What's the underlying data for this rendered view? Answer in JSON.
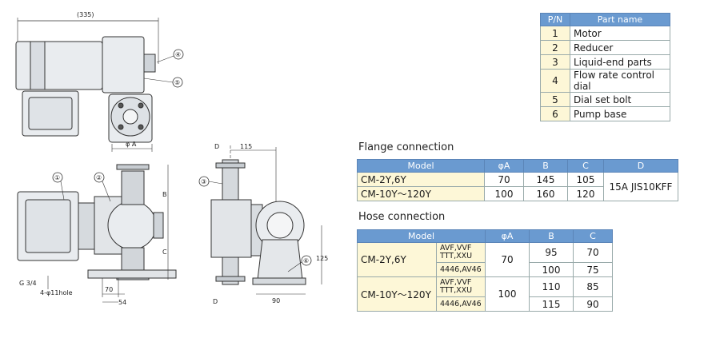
{
  "drawing": {
    "top_dim": "(335)",
    "dim_phiA": "φ A",
    "dim_B": "B",
    "dim_C": "C",
    "dim_115": "115",
    "dim_D_top": "D",
    "dim_D_bottom": "D",
    "dim_125": "125",
    "dim_90": "90",
    "dim_70": "70",
    "dim_54": "54",
    "g34": "G 3/4",
    "hole": "4-φ11hole",
    "callouts": [
      "①",
      "②",
      "③",
      "④",
      "⑤",
      "⑥"
    ]
  },
  "parts": {
    "header_pn": "P/N",
    "header_name": "Part name",
    "rows": [
      {
        "n": "1",
        "name": "Motor"
      },
      {
        "n": "2",
        "name": "Reducer"
      },
      {
        "n": "3",
        "name": "Liquid-end parts"
      },
      {
        "n": "4",
        "name": "Flow rate control dial"
      },
      {
        "n": "5",
        "name": "Dial set bolt"
      },
      {
        "n": "6",
        "name": "Pump base"
      }
    ]
  },
  "flange": {
    "title": "Flange connection",
    "headers": [
      "Model",
      "φA",
      "B",
      "C",
      "D"
    ],
    "rows": [
      {
        "model": "CM-2Y,6Y",
        "a": "70",
        "b": "145",
        "c": "105"
      },
      {
        "model": "CM-10Y～120Y",
        "a": "100",
        "b": "160",
        "c": "120"
      }
    ],
    "d_value": "15A JIS10KFF"
  },
  "hose": {
    "title": "Hose connection",
    "headers": [
      "Model",
      "φA",
      "B",
      "C"
    ],
    "groups": [
      {
        "model": "CM-2Y,6Y",
        "a": "70",
        "sub1": "AVF,VVF TTT,XXU",
        "sub2": "4446,AV46",
        "b1": "95",
        "c1": "70",
        "b2": "100",
        "c2": "75"
      },
      {
        "model": "CM-10Y～120Y",
        "a": "100",
        "sub1": "AVF,VVF TTT,XXU",
        "sub2": "4446,AV46",
        "b1": "110",
        "c1": "85",
        "b2": "115",
        "c2": "90"
      }
    ]
  }
}
